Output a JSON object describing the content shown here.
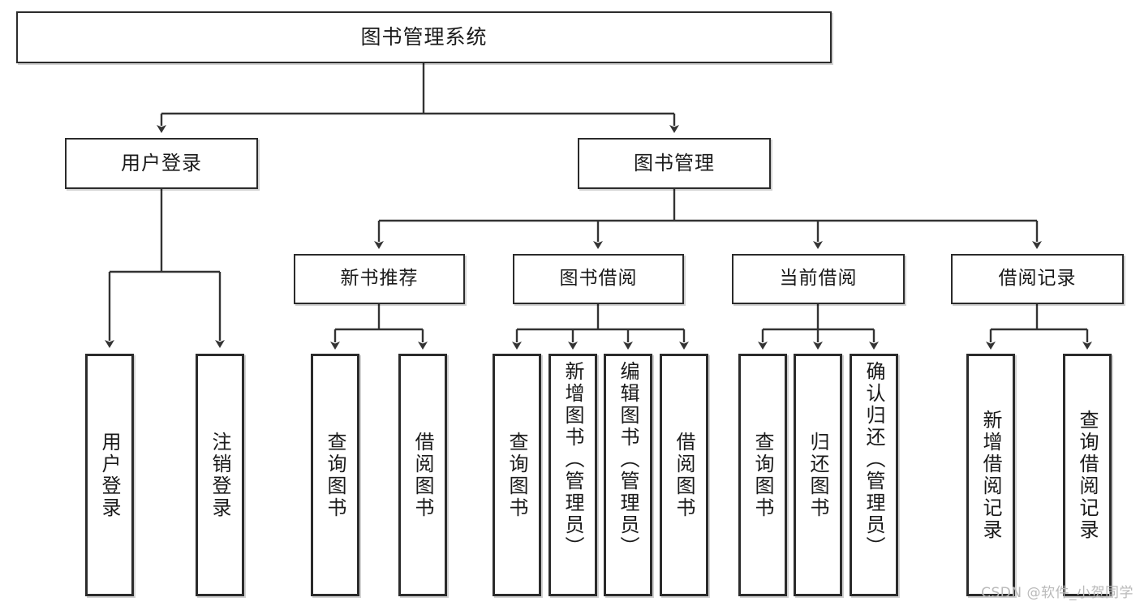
{
  "diagram": {
    "title": "图书管理系统",
    "type": "tree-hierarchy-chart",
    "watermark": "CSDN @软件_小贺同学",
    "colors": {
      "background": "#ffffff",
      "box_border": "#2b2b2b",
      "box_fill": "#ffffff",
      "edge": "#333333",
      "text": "#1a1a1a",
      "watermark": "#b9b9b9"
    },
    "nodes": {
      "root": {
        "label": "图书管理系统"
      },
      "level2": [
        {
          "label": "用户登录"
        },
        {
          "label": "图书管理"
        }
      ],
      "level3": [
        {
          "label": "新书推荐"
        },
        {
          "label": "图书借阅"
        },
        {
          "label": "当前借阅"
        },
        {
          "label": "借阅记录"
        }
      ],
      "leaves": {
        "user_login": [
          {
            "label": "用户登录"
          },
          {
            "label": "注销登录"
          }
        ],
        "new_book_recommend": [
          {
            "label": "查询图书"
          },
          {
            "label": "借阅图书"
          }
        ],
        "book_borrow": [
          {
            "label": "查询图书"
          },
          {
            "label": "新增图书（管理员）"
          },
          {
            "label": "编辑图书（管理员）"
          },
          {
            "label": "借阅图书"
          }
        ],
        "current_borrow": [
          {
            "label": "查询图书"
          },
          {
            "label": "归还图书"
          },
          {
            "label": "确认归还（管理员）"
          }
        ],
        "borrow_record": [
          {
            "label": "新增借阅记录"
          },
          {
            "label": "查询借阅记录"
          }
        ]
      }
    }
  }
}
